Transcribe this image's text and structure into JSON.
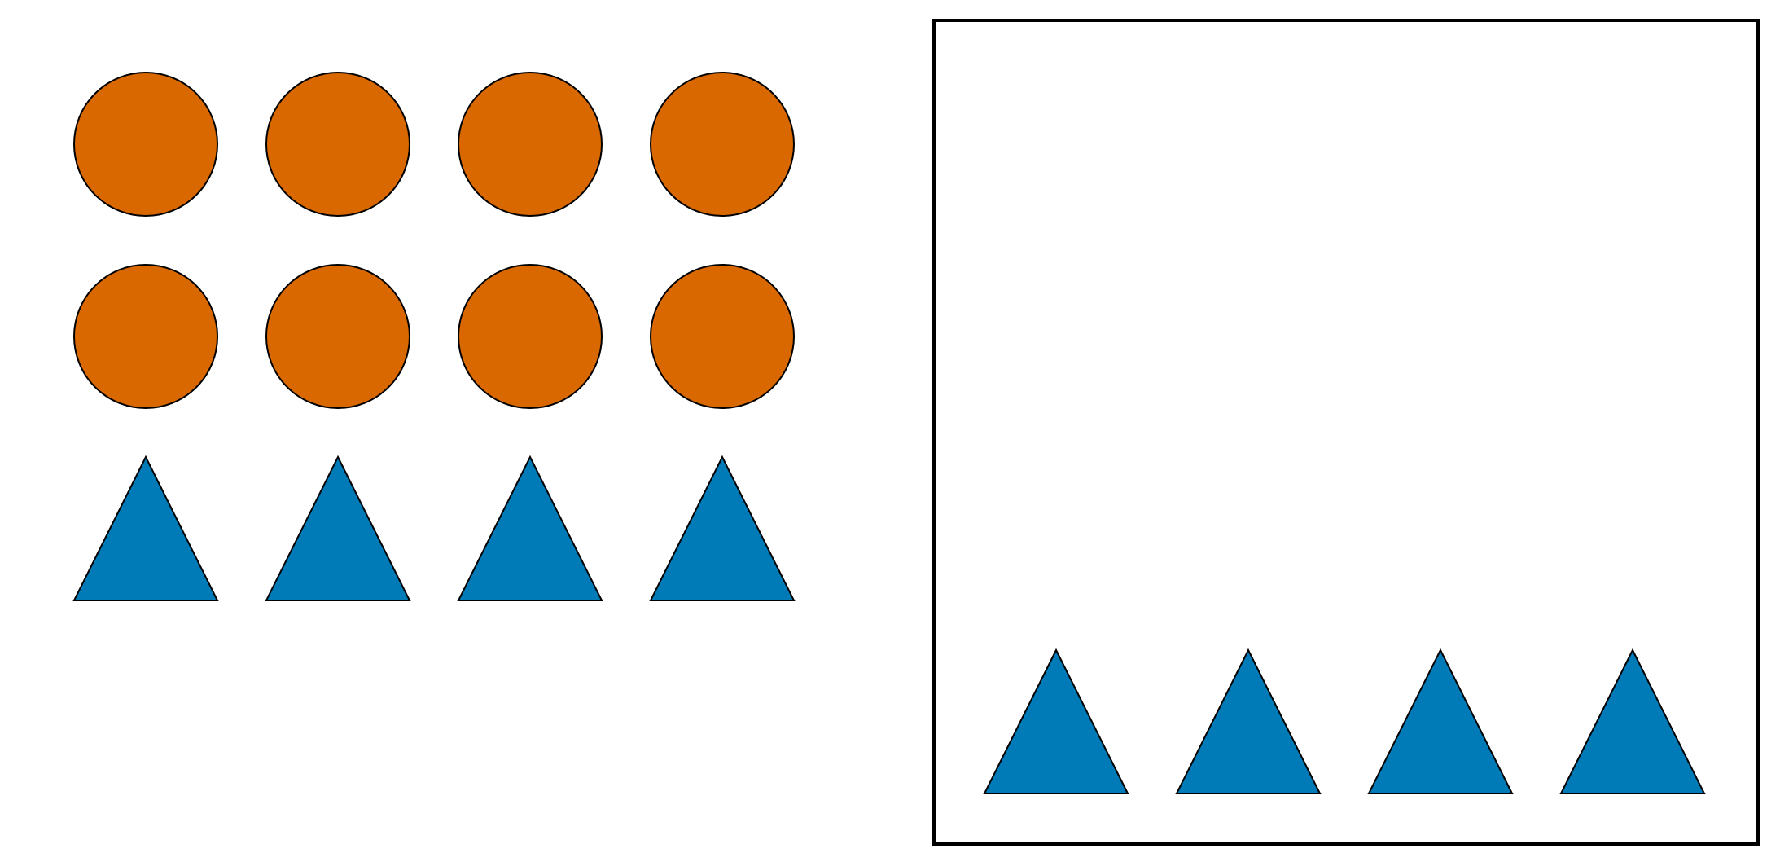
{
  "colors": {
    "circle": "#D96800",
    "triangle": "#007BB8",
    "stroke": "#000000",
    "background": "#FFFFFF"
  },
  "left_group": {
    "rows": [
      {
        "shape": "circle",
        "count": 4
      },
      {
        "shape": "circle",
        "count": 4
      },
      {
        "shape": "triangle",
        "count": 4
      }
    ]
  },
  "right_box": {
    "rows": [
      {
        "shape": "triangle",
        "count": 4
      }
    ]
  }
}
